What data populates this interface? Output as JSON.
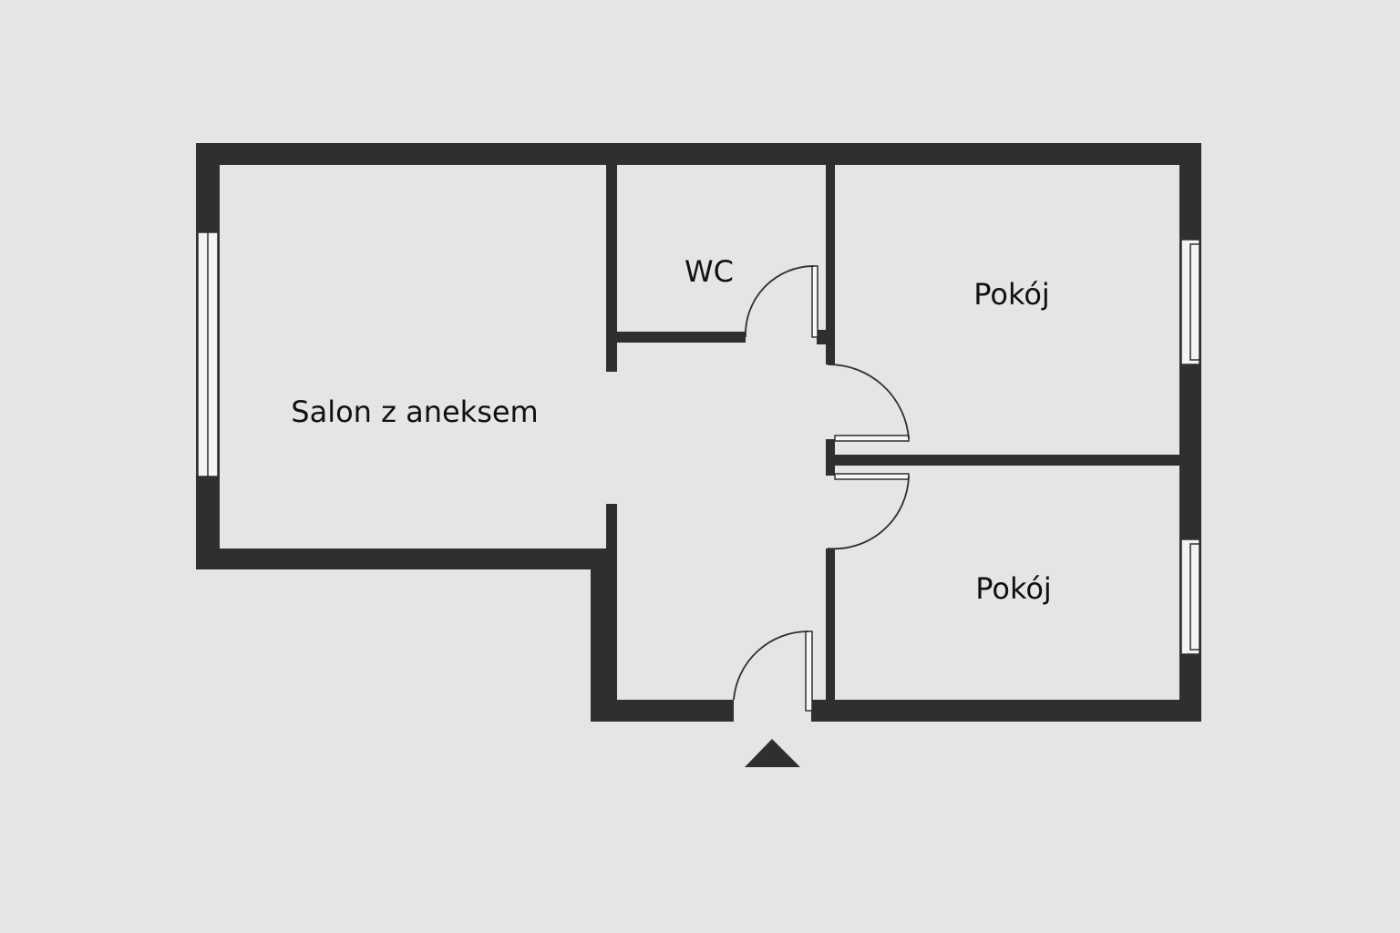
{
  "colors": {
    "background": "#e4e5e4",
    "wall": "#2f302e"
  },
  "rooms": {
    "salon": "Salon z aneksem",
    "wc": "WC",
    "room_upper": "Pokój",
    "room_lower": "Pokój"
  },
  "icons": {
    "entrance": "entrance-triangle-icon"
  }
}
